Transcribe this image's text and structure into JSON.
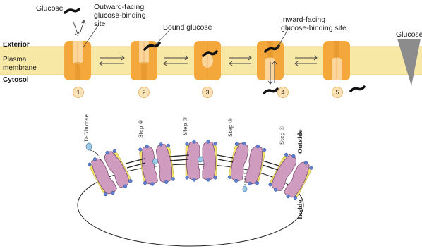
{
  "top_diagram": {
    "labels": {
      "glucose": "Glucose",
      "outward_line1": "Outward-facing",
      "outward_line2": "glucose-binding",
      "outward_line3": "site",
      "bound_glucose": "Bound glucose",
      "inward_line1": "Inward-facing",
      "inward_line2": "glucose-binding site",
      "glucose_right": "Glucose"
    },
    "sides": {
      "exterior": "Exterior",
      "plasma_line1": "Plasma",
      "plasma_line2": "membrane",
      "cytosol": "Cytosol"
    },
    "steps": [
      "1",
      "2",
      "3",
      "4",
      "5"
    ],
    "colors": {
      "membrane": "#f7e8a6",
      "transporter": "#f4a83c",
      "transporter_inner": "#fbd59a",
      "glucose": "#111111",
      "gradient": "#8c8c8c"
    }
  },
  "bottom_diagram": {
    "labels": {
      "d_glucose": "D-Glucose",
      "step1": "Step ①",
      "step2": "Step ②",
      "step3": "Step ③",
      "step4": "Step ④",
      "outside": "Outside",
      "inside": "Inside"
    },
    "colors": {
      "protein": "#cf9cc0",
      "protein_edge": "#7c4f72",
      "helix": "#f1e36a",
      "glucose": "#9ccbe8",
      "bead": "#5f7fd0"
    }
  }
}
